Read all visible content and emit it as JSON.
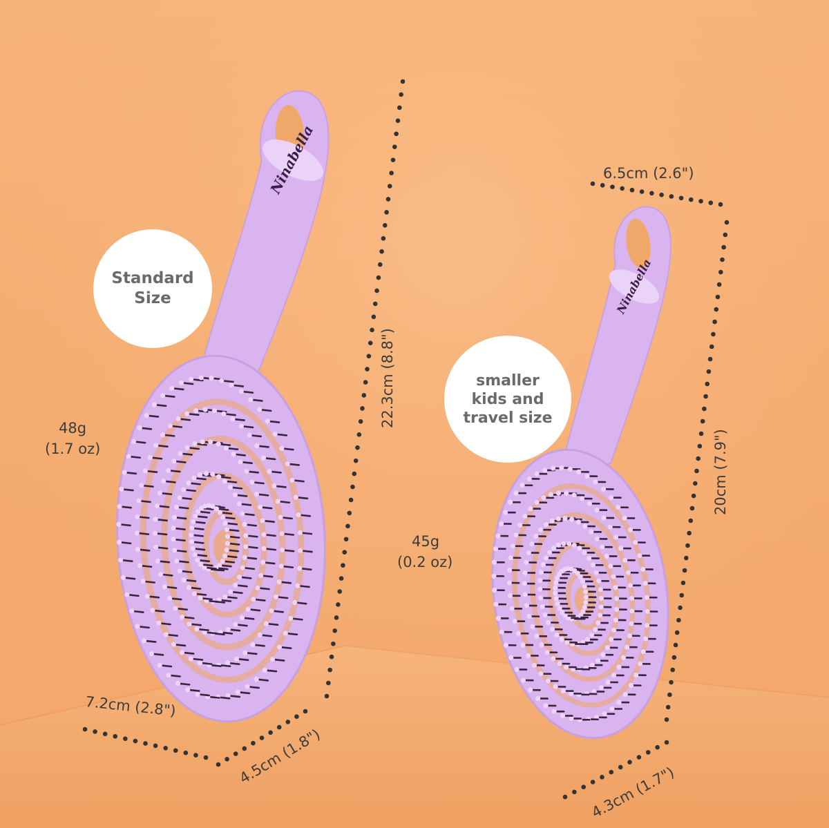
{
  "brand": "Ninabella",
  "badges": {
    "standard": "Standard Size",
    "small": "smaller kids and travel size"
  },
  "weights": {
    "standard": {
      "grams": "48g",
      "ounces": "(1.7 oz)"
    },
    "small": {
      "grams": "45g",
      "ounces": "(0.2 oz)"
    }
  },
  "dimensions": {
    "standard_height": "22.3cm (8.8\")",
    "standard_width": "7.2cm (2.8\")",
    "standard_depth": "4.5cm (1.8\")",
    "small_width": "6.5cm (2.6\")",
    "small_height": "20cm (7.9\")",
    "small_depth": "4.3cm (1.7\")"
  },
  "colors": {
    "background": "#f5ac70",
    "brush": "#d9b4ee",
    "bristle": "#3a2340",
    "tip": "#eed3fa",
    "badge": "#ffffff"
  }
}
